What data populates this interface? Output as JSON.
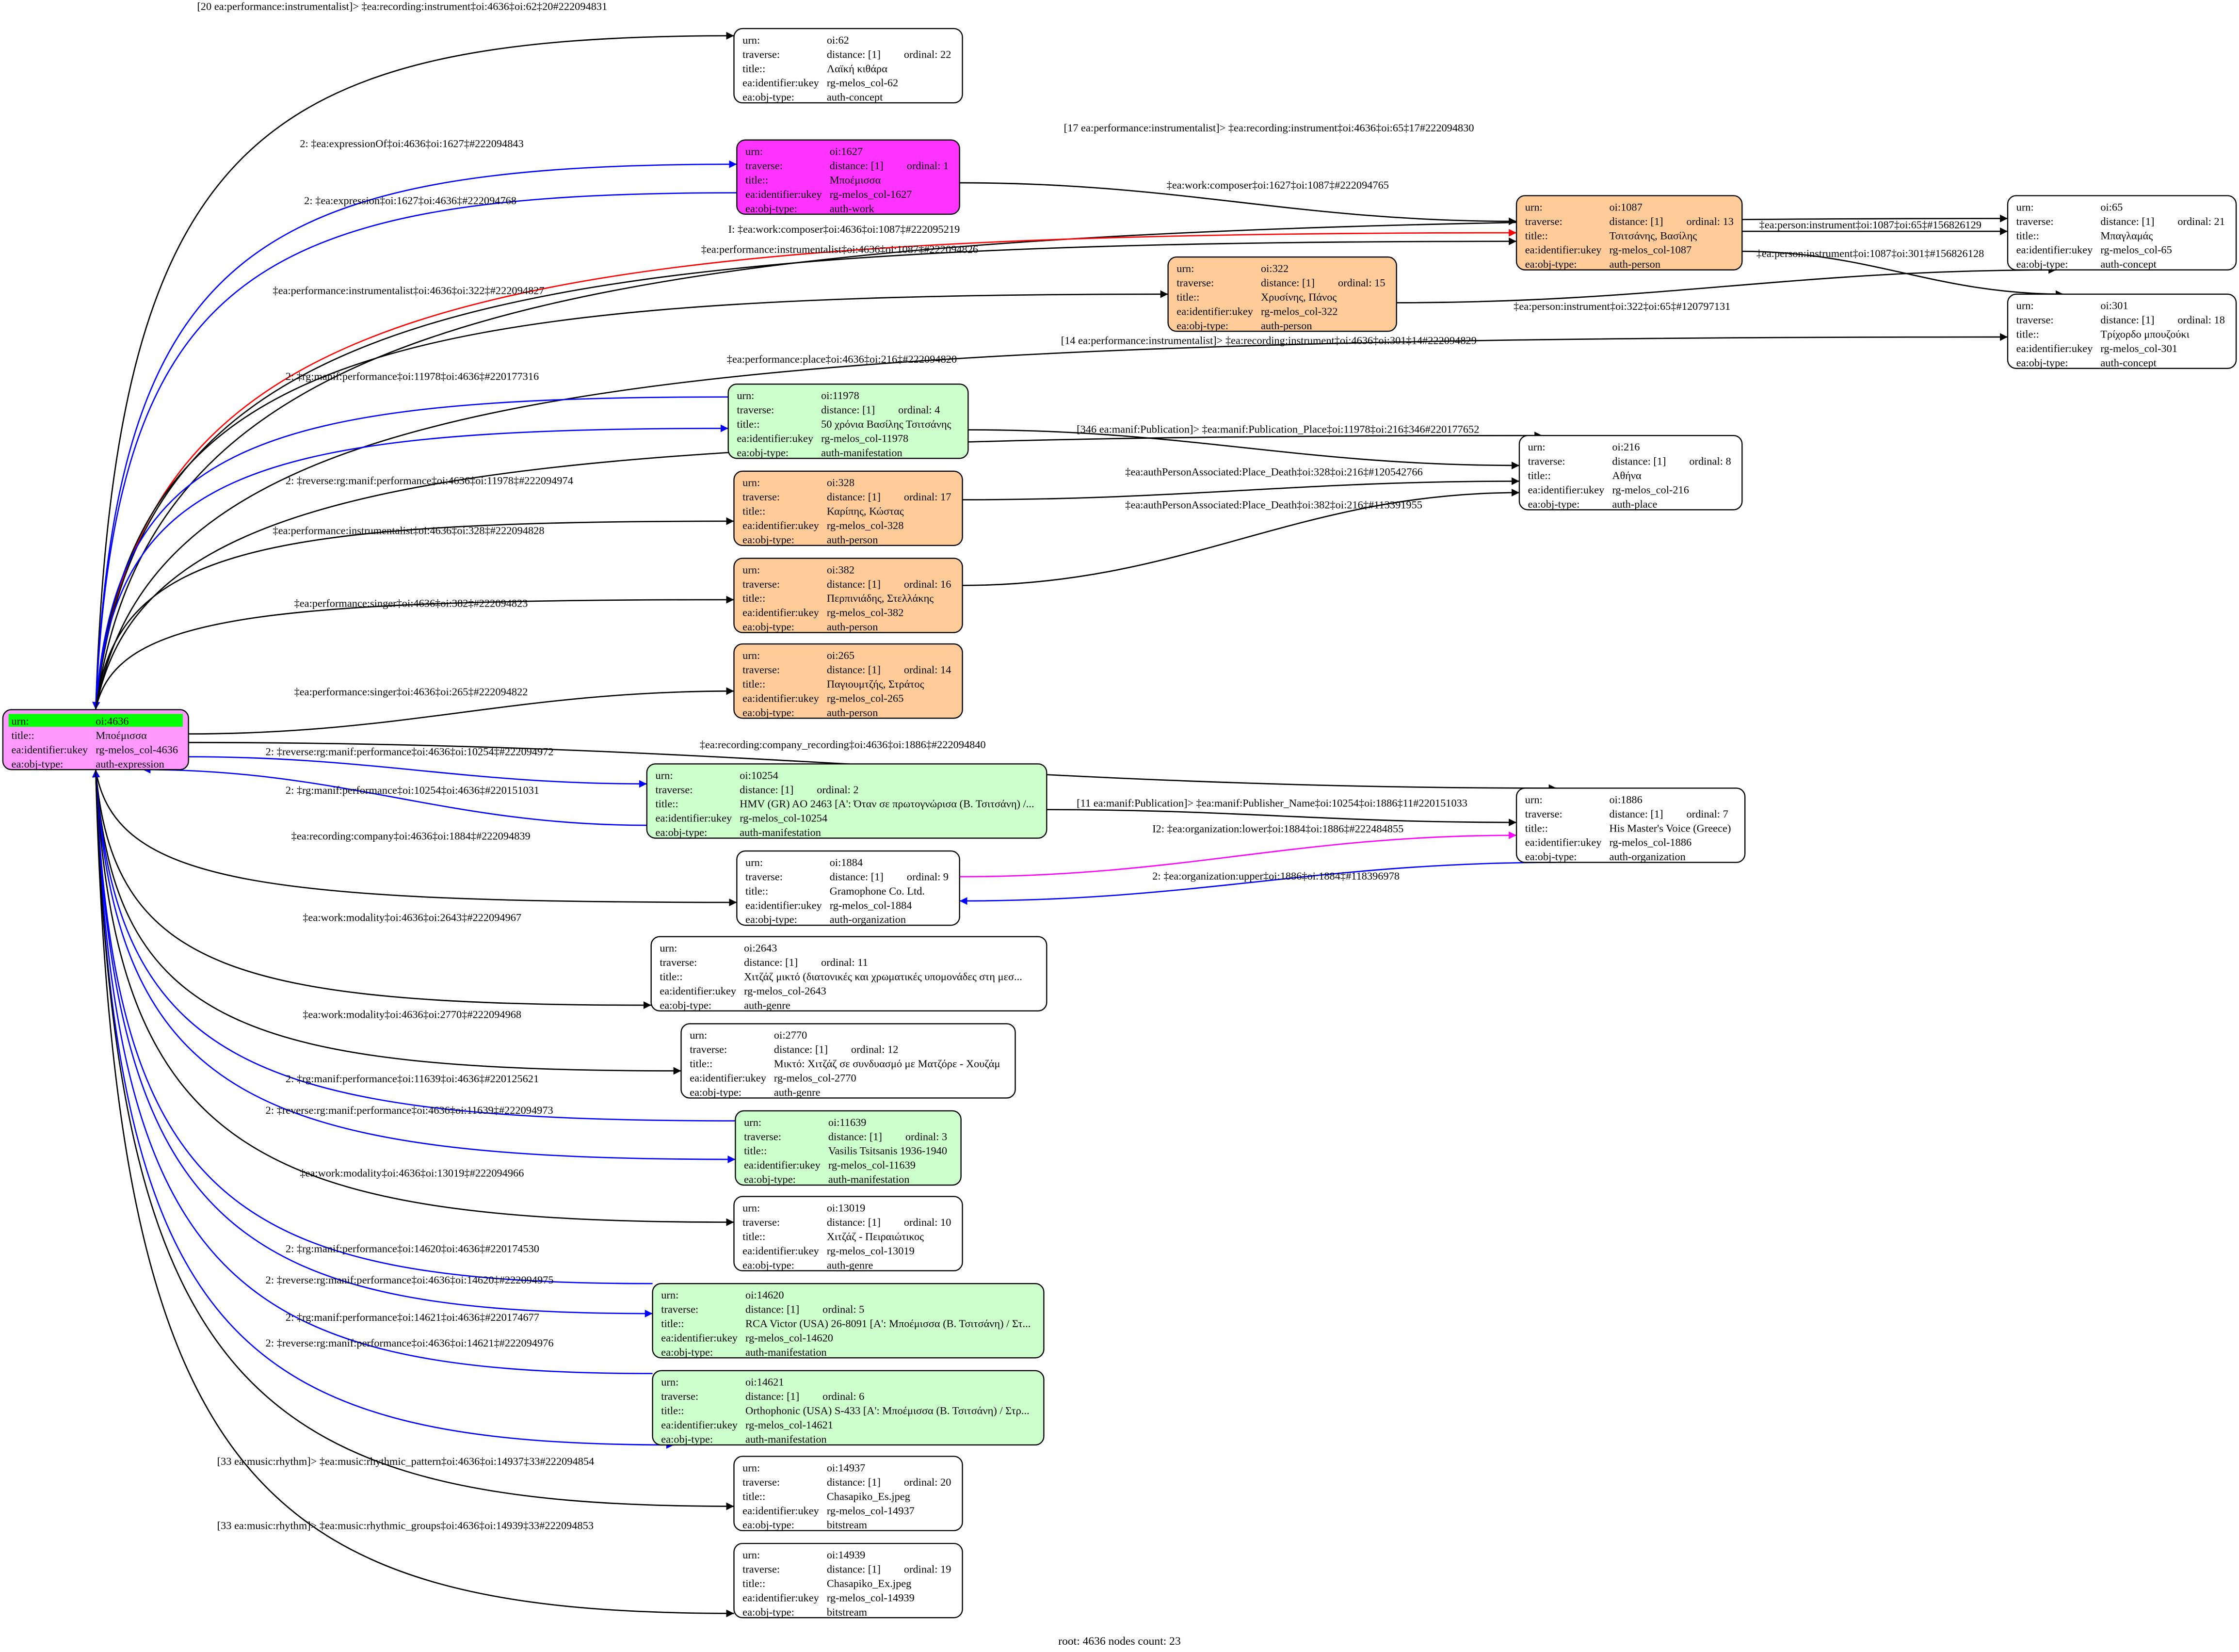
{
  "fields": {
    "urn": "urn:",
    "traverse": "traverse:",
    "title": "title::",
    "ukey": "ea:identifier:ukey",
    "type": "ea:obj-type:"
  },
  "colors": {
    "root": "#ff99ff",
    "root_urn": "#00ff00",
    "work": "#ff33ff",
    "person": "#ffcc99",
    "manifestation": "#ccffcc",
    "other": "#ffffff",
    "edge_black": "#000000",
    "edge_blue": "#0000ff",
    "edge_red": "#ff0000",
    "edge_magenta": "#ff00ff"
  },
  "nodes": [
    {
      "id": "62",
      "urn": "oi:62",
      "distance": "distance: [1]",
      "ordinal": "ordinal: 22",
      "title": "Λαϊκή κιθάρα",
      "ukey": "rg-melos_col-62",
      "type": "auth-concept",
      "kind": "other"
    },
    {
      "id": "1627",
      "urn": "oi:1627",
      "distance": "distance: [1]",
      "ordinal": "ordinal: 1",
      "title": "Μποέμισσα",
      "ukey": "rg-melos_col-1627",
      "type": "auth-work",
      "kind": "work"
    },
    {
      "id": "65",
      "urn": "oi:65",
      "distance": "distance: [1]",
      "ordinal": "ordinal: 21",
      "title": "Μπαγλαμάς",
      "ukey": "rg-melos_col-65",
      "type": "auth-concept",
      "kind": "other"
    },
    {
      "id": "1087",
      "urn": "oi:1087",
      "distance": "distance: [1]",
      "ordinal": "ordinal: 13",
      "title": "Τσιτσάνης, Βασίλης",
      "ukey": "rg-melos_col-1087",
      "type": "auth-person",
      "kind": "person"
    },
    {
      "id": "322",
      "urn": "oi:322",
      "distance": "distance: [1]",
      "ordinal": "ordinal: 15",
      "title": "Χρυσίνης, Πάνος",
      "ukey": "rg-melos_col-322",
      "type": "auth-person",
      "kind": "person"
    },
    {
      "id": "301",
      "urn": "oi:301",
      "distance": "distance: [1]",
      "ordinal": "ordinal: 18",
      "title": "Τρίχορδο μπουζούκι",
      "ukey": "rg-melos_col-301",
      "type": "auth-concept",
      "kind": "other"
    },
    {
      "id": "11978",
      "urn": "oi:11978",
      "distance": "distance: [1]",
      "ordinal": "ordinal: 4",
      "title": "50 χρόνια Βασίλης Τσιτσάνης",
      "ukey": "rg-melos_col-11978",
      "type": "auth-manifestation",
      "kind": "manifestation"
    },
    {
      "id": "216",
      "urn": "oi:216",
      "distance": "distance: [1]",
      "ordinal": "ordinal: 8",
      "title": "Αθήνα",
      "ukey": "rg-melos_col-216",
      "type": "auth-place",
      "kind": "other"
    },
    {
      "id": "328",
      "urn": "oi:328",
      "distance": "distance: [1]",
      "ordinal": "ordinal: 17",
      "title": "Καρίπης, Κώστας",
      "ukey": "rg-melos_col-328",
      "type": "auth-person",
      "kind": "person"
    },
    {
      "id": "382",
      "urn": "oi:382",
      "distance": "distance: [1]",
      "ordinal": "ordinal: 16",
      "title": "Περπινιάδης, Στελλάκης",
      "ukey": "rg-melos_col-382",
      "type": "auth-person",
      "kind": "person"
    },
    {
      "id": "265",
      "urn": "oi:265",
      "distance": "distance: [1]",
      "ordinal": "ordinal: 14",
      "title": "Παγιουμτζής, Στράτος",
      "ukey": "rg-melos_col-265",
      "type": "auth-person",
      "kind": "person"
    },
    {
      "id": "4636",
      "urn": "oi:4636",
      "title": "Μποέμισσα",
      "ukey": "rg-melos_col-4636",
      "type": "auth-expression",
      "kind": "root"
    },
    {
      "id": "10254",
      "urn": "oi:10254",
      "distance": "distance: [1]",
      "ordinal": "ordinal: 2",
      "title": "HMV (GR) AO 2463 [A': Όταν σε πρωτογνώρισα (Β. Τσιτσάνη) /...",
      "ukey": "rg-melos_col-10254",
      "type": "auth-manifestation",
      "kind": "manifestation"
    },
    {
      "id": "1886",
      "urn": "oi:1886",
      "distance": "distance: [1]",
      "ordinal": "ordinal: 7",
      "title": "His Master's Voice (Greece)",
      "ukey": "rg-melos_col-1886",
      "type": "auth-organization",
      "kind": "other"
    },
    {
      "id": "1884",
      "urn": "oi:1884",
      "distance": "distance: [1]",
      "ordinal": "ordinal: 9",
      "title": "Gramophone Co. Ltd.",
      "ukey": "rg-melos_col-1884",
      "type": "auth-organization",
      "kind": "other"
    },
    {
      "id": "2643",
      "urn": "oi:2643",
      "distance": "distance: [1]",
      "ordinal": "ordinal: 11",
      "title": "Χιτζάζ μικτό (διατονικές και χρωματικές υπομονάδες στη μεσ...",
      "ukey": "rg-melos_col-2643",
      "type": "auth-genre",
      "kind": "other"
    },
    {
      "id": "2770",
      "urn": "oi:2770",
      "distance": "distance: [1]",
      "ordinal": "ordinal: 12",
      "title": "Μικτό: Χιτζάζ σε συνδυασμό με Ματζόρε - Χουζάμ",
      "ukey": "rg-melos_col-2770",
      "type": "auth-genre",
      "kind": "other"
    },
    {
      "id": "11639",
      "urn": "oi:11639",
      "distance": "distance: [1]",
      "ordinal": "ordinal: 3",
      "title": "Vasilis Tsitsanis 1936-1940",
      "ukey": "rg-melos_col-11639",
      "type": "auth-manifestation",
      "kind": "manifestation"
    },
    {
      "id": "13019",
      "urn": "oi:13019",
      "distance": "distance: [1]",
      "ordinal": "ordinal: 10",
      "title": "Χιτζάζ - Πειραιώτικος",
      "ukey": "rg-melos_col-13019",
      "type": "auth-genre",
      "kind": "other"
    },
    {
      "id": "14620",
      "urn": "oi:14620",
      "distance": "distance: [1]",
      "ordinal": "ordinal: 5",
      "title": "RCA Victor (USA) 26-8091 [A': Μποέμισσα (Β. Τσιτσάνη) / Στ...",
      "ukey": "rg-melos_col-14620",
      "type": "auth-manifestation",
      "kind": "manifestation"
    },
    {
      "id": "14621",
      "urn": "oi:14621",
      "distance": "distance: [1]",
      "ordinal": "ordinal: 6",
      "title": "Orthophonic (USA) S-433 [A': Μποέμισσα (Β. Τσιτσάνη) / Στρ...",
      "ukey": "rg-melos_col-14621",
      "type": "auth-manifestation",
      "kind": "manifestation"
    },
    {
      "id": "14937",
      "urn": "oi:14937",
      "distance": "distance: [1]",
      "ordinal": "ordinal: 20",
      "title": "Chasapiko_Es.jpeg",
      "ukey": "rg-melos_col-14937",
      "type": "bitstream",
      "kind": "other"
    },
    {
      "id": "14939",
      "urn": "oi:14939",
      "distance": "distance: [1]",
      "ordinal": "ordinal: 19",
      "title": "Chasapiko_Ex.jpeg",
      "ukey": "rg-melos_col-14939",
      "type": "bitstream",
      "kind": "other"
    }
  ],
  "edges": [
    {
      "from": "4636",
      "to": "62",
      "color": "black",
      "label": "[20 ea:performance:instrumentalist]> ‡ea:recording:instrument‡oi:4636‡oi:62‡20#222094831"
    },
    {
      "from": "4636",
      "to": "1627",
      "color": "blue",
      "label": "2: ‡ea:expressionOf‡oi:4636‡oi:1627‡#222094843"
    },
    {
      "from": "1627",
      "to": "4636",
      "color": "blue",
      "label": "2: ‡ea:expression‡oi:1627‡oi:4636‡#222094768"
    },
    {
      "from": "4636",
      "to": "65",
      "color": "black",
      "label": "[17 ea:performance:instrumentalist]> ‡ea:recording:instrument‡oi:4636‡oi:65‡17#222094830"
    },
    {
      "from": "1627",
      "to": "1087",
      "color": "black",
      "label": "‡ea:work:composer‡oi:1627‡oi:1087‡#222094765"
    },
    {
      "from": "4636",
      "to": "1087",
      "color": "red",
      "label": "I: ‡ea:work:composer‡oi:4636‡oi:1087‡#222095219"
    },
    {
      "from": "4636",
      "to": "1087",
      "color": "black",
      "label": "‡ea:performance:instrumentalist‡oi:4636‡oi:1087‡#222094826"
    },
    {
      "from": "1087",
      "to": "65",
      "color": "black",
      "label": "‡ea:person:instrument‡oi:1087‡oi:65‡#156826129"
    },
    {
      "from": "1087",
      "to": "301",
      "color": "black",
      "label": "‡ea:person:instrument‡oi:1087‡oi:301‡#156826128"
    },
    {
      "from": "4636",
      "to": "322",
      "color": "black",
      "label": "‡ea:performance:instrumentalist‡oi:4636‡oi:322‡#222094827"
    },
    {
      "from": "322",
      "to": "65",
      "color": "black",
      "label": "‡ea:person:instrument‡oi:322‡oi:65‡#120797131"
    },
    {
      "from": "4636",
      "to": "301",
      "color": "black",
      "label": "[14 ea:performance:instrumentalist]> ‡ea:recording:instrument‡oi:4636‡oi:301‡14#222094829"
    },
    {
      "from": "4636",
      "to": "216",
      "color": "black",
      "label": "‡ea:performance:place‡oi:4636‡oi:216‡#222094820"
    },
    {
      "from": "11978",
      "to": "4636",
      "color": "blue",
      "label": "2: ‡rg:manif:performance‡oi:11978‡oi:4636‡#220177316"
    },
    {
      "from": "11978",
      "to": "216",
      "color": "black",
      "label": "[346 ea:manif:Publication]> ‡ea:manif:Publication_Place‡oi:11978‡oi:216‡346#220177652"
    },
    {
      "from": "4636",
      "to": "11978",
      "color": "blue",
      "label": "2: ‡reverse:rg:manif:performance‡oi:4636‡oi:11978‡#222094974"
    },
    {
      "from": "328",
      "to": "216",
      "color": "black",
      "label": "‡ea:authPersonAssociated:Place_Death‡oi:328‡oi:216‡#120542766"
    },
    {
      "from": "382",
      "to": "216",
      "color": "black",
      "label": "‡ea:authPersonAssociated:Place_Death‡oi:382‡oi:216‡#113391955"
    },
    {
      "from": "4636",
      "to": "328",
      "color": "black",
      "label": "‡ea:performance:instrumentalist‡oi:4636‡oi:328‡#222094828"
    },
    {
      "from": "4636",
      "to": "382",
      "color": "black",
      "label": "‡ea:performance:singer‡oi:4636‡oi:382‡#222094823"
    },
    {
      "from": "4636",
      "to": "265",
      "color": "black",
      "label": "‡ea:performance:singer‡oi:4636‡oi:265‡#222094822"
    },
    {
      "from": "4636",
      "to": "1886",
      "color": "black",
      "label": "‡ea:recording:company_recording‡oi:4636‡oi:1886‡#222094840"
    },
    {
      "from": "4636",
      "to": "10254",
      "color": "blue",
      "label": "2: ‡reverse:rg:manif:performance‡oi:4636‡oi:10254‡#222094972"
    },
    {
      "from": "10254",
      "to": "4636",
      "color": "blue",
      "label": "2: ‡rg:manif:performance‡oi:10254‡oi:4636‡#220151031"
    },
    {
      "from": "10254",
      "to": "1886",
      "color": "black",
      "label": "[11 ea:manif:Publication]> ‡ea:manif:Publisher_Name‡oi:10254‡oi:1886‡11#220151033"
    },
    {
      "from": "4636",
      "to": "1884",
      "color": "black",
      "label": "‡ea:recording:company‡oi:4636‡oi:1884‡#222094839"
    },
    {
      "from": "1884",
      "to": "1886",
      "color": "magenta",
      "label": "I2: ‡ea:organization:lower‡oi:1884‡oi:1886‡#222484855"
    },
    {
      "from": "1886",
      "to": "1884",
      "color": "blue",
      "label": "2: ‡ea:organization:upper‡oi:1886‡oi:1884‡#118396978"
    },
    {
      "from": "4636",
      "to": "2643",
      "color": "black",
      "label": "‡ea:work:modality‡oi:4636‡oi:2643‡#222094967"
    },
    {
      "from": "4636",
      "to": "2770",
      "color": "black",
      "label": "‡ea:work:modality‡oi:4636‡oi:2770‡#222094968"
    },
    {
      "from": "11639",
      "to": "4636",
      "color": "blue",
      "label": "2: ‡rg:manif:performance‡oi:11639‡oi:4636‡#220125621"
    },
    {
      "from": "4636",
      "to": "11639",
      "color": "blue",
      "label": "2: ‡reverse:rg:manif:performance‡oi:4636‡oi:11639‡#222094973"
    },
    {
      "from": "4636",
      "to": "13019",
      "color": "black",
      "label": "‡ea:work:modality‡oi:4636‡oi:13019‡#222094966"
    },
    {
      "from": "14620",
      "to": "4636",
      "color": "blue",
      "label": "2: ‡rg:manif:performance‡oi:14620‡oi:4636‡#220174530"
    },
    {
      "from": "4636",
      "to": "14620",
      "color": "blue",
      "label": "2: ‡reverse:rg:manif:performance‡oi:4636‡oi:14620‡#222094975"
    },
    {
      "from": "14621",
      "to": "4636",
      "color": "blue",
      "label": "2: ‡rg:manif:performance‡oi:14621‡oi:4636‡#220174677"
    },
    {
      "from": "4636",
      "to": "14621",
      "color": "blue",
      "label": "2: ‡reverse:rg:manif:performance‡oi:4636‡oi:14621‡#222094976"
    },
    {
      "from": "4636",
      "to": "14937",
      "color": "black",
      "label": "[33 ea:music:rhythm]> ‡ea:music:rhythmic_pattern‡oi:4636‡oi:14937‡33#222094854"
    },
    {
      "from": "4636",
      "to": "14939",
      "color": "black",
      "label": "[33 ea:music:rhythm]> ‡ea:music:rhythmic_groups‡oi:4636‡oi:14939‡33#222094853"
    }
  ],
  "footer": "root: 4636 nodes count: 23"
}
